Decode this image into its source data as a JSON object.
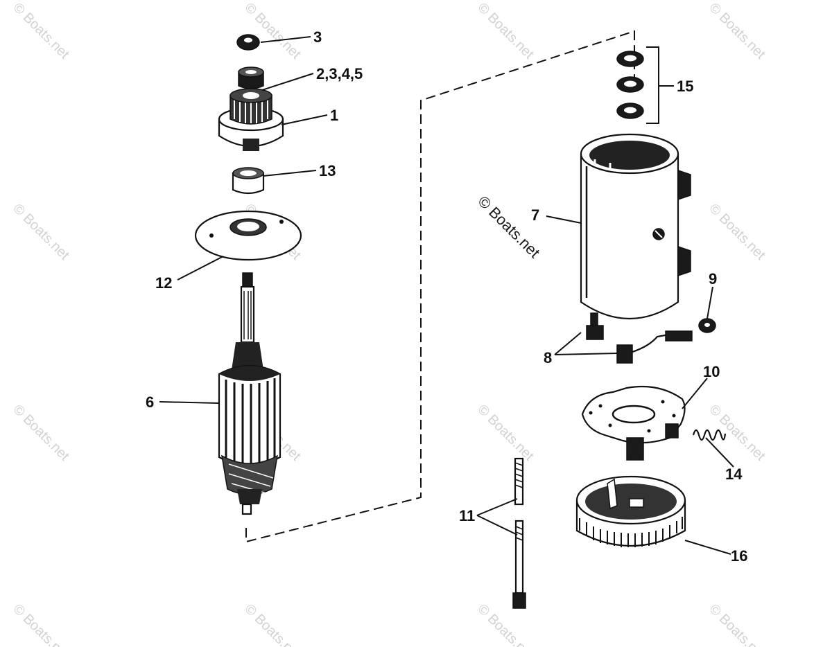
{
  "watermark": {
    "text": "© Boats.net",
    "color": "#d2d2d2"
  },
  "callouts": [
    {
      "id": "c3",
      "label": "3"
    },
    {
      "id": "c2345",
      "label": "2,3,4,5"
    },
    {
      "id": "c1",
      "label": "1"
    },
    {
      "id": "c13",
      "label": "13"
    },
    {
      "id": "c12",
      "label": "12"
    },
    {
      "id": "c6",
      "label": "6"
    },
    {
      "id": "c15",
      "label": "15"
    },
    {
      "id": "c7",
      "label": "7"
    },
    {
      "id": "c9",
      "label": "9"
    },
    {
      "id": "c8",
      "label": "8"
    },
    {
      "id": "c10",
      "label": "10"
    },
    {
      "id": "c14",
      "label": "14"
    },
    {
      "id": "c11",
      "label": "11"
    },
    {
      "id": "c16",
      "label": "16"
    }
  ]
}
